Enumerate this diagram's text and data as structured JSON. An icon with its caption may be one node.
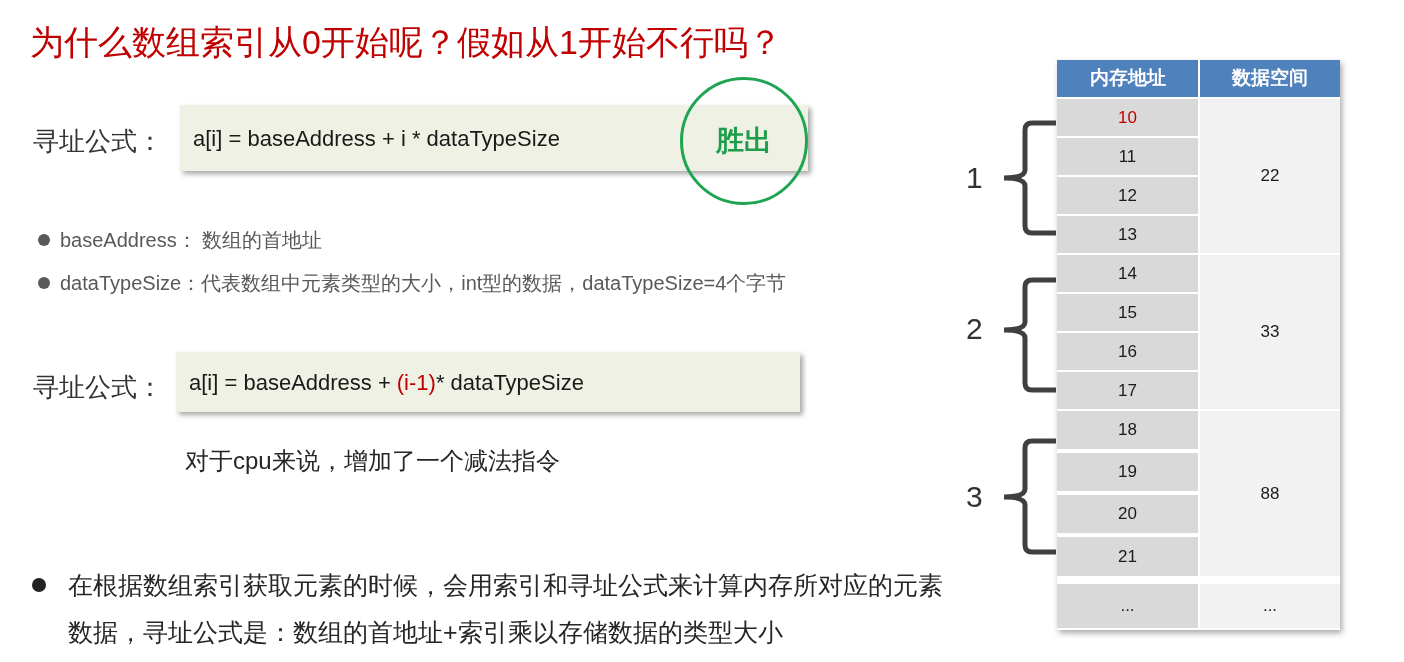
{
  "diagram": {
    "title": "为什么数组索引从0开始呢？假如从1开始不行吗？",
    "nodes": [
      {
        "text": [
          "a[i] = baseAddress + i * dataTypeSize"
        ],
        "beside": [
          "寻址公式："
        ]
      },
      {
        "text": [
          "胜出"
        ]
      },
      {
        "text": [
          "a[i] = baseAddress +",
          "(i-1)",
          "* dataTypeSize"
        ],
        "beside": [
          "寻址公式："
        ]
      }
    ],
    "labels": [
      "baseAddress： 数组的首地址",
      "dataTypeSize：代表数组中元素类型的大小，int型的数据，dataTypeSize=4个字节",
      "对于cpu来说，增加了一个减法指令",
      "在根据数组索引获取元素的时候，会用索引和寻址公式来计算内存所对应的元素数据，寻址公式是：数组的首地址+索引乘以存储数据的类型大小",
      "内存地址",
      "数据空间",
      "10",
      "22",
      "11",
      "12",
      "13",
      "14",
      "33",
      "15",
      "16",
      "17",
      "18",
      "88",
      "19",
      "20",
      "21",
      "...",
      "...",
      "1",
      "2",
      "3"
    ]
  }
}
